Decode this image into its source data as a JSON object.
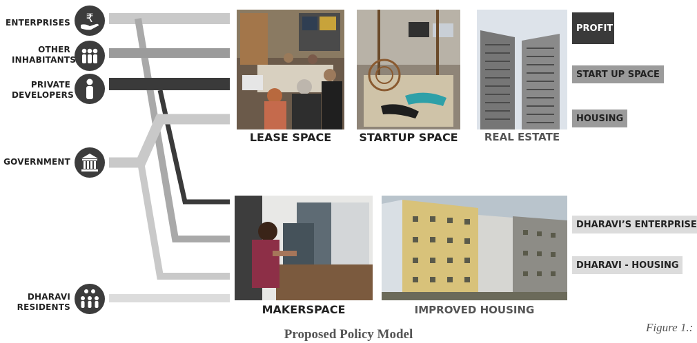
{
  "stakeholders": [
    {
      "label": "ENTERPRISES",
      "icon": "rupee-hand-icon"
    },
    {
      "label": "OTHER INHABITANTS",
      "icon": "group-people-icon"
    },
    {
      "label": "PRIVATE DEVELOPERS",
      "icon": "person-icon"
    },
    {
      "label": "GOVERNMENT",
      "icon": "government-building-icon"
    },
    {
      "label": "DHARAVI RESIDENTS",
      "icon": "crowd-icon"
    }
  ],
  "photos": {
    "lease": "LEASE SPACE",
    "startup": "STARTUP SPACE",
    "real_estate": "REAL ESTATE",
    "makerspace": "MAKERSPACE",
    "improved_housing": "IMPROVED HOUSING"
  },
  "outcomes": {
    "profit": "PROFIT",
    "startup_space": "START UP SPACE",
    "housing": "HOUSING",
    "enterprises": "DHARAVI’S ENTERPRISES",
    "dharavi_housing": "DHARAVI - HOUSING"
  },
  "footer": {
    "title": "Proposed Policy Model",
    "figure": "Figure 1.:"
  },
  "colors": {
    "dark": "#3a3a3a",
    "medium": "#9b9b9b",
    "light": "#c9c9c9",
    "pale": "#dcdcdc"
  }
}
